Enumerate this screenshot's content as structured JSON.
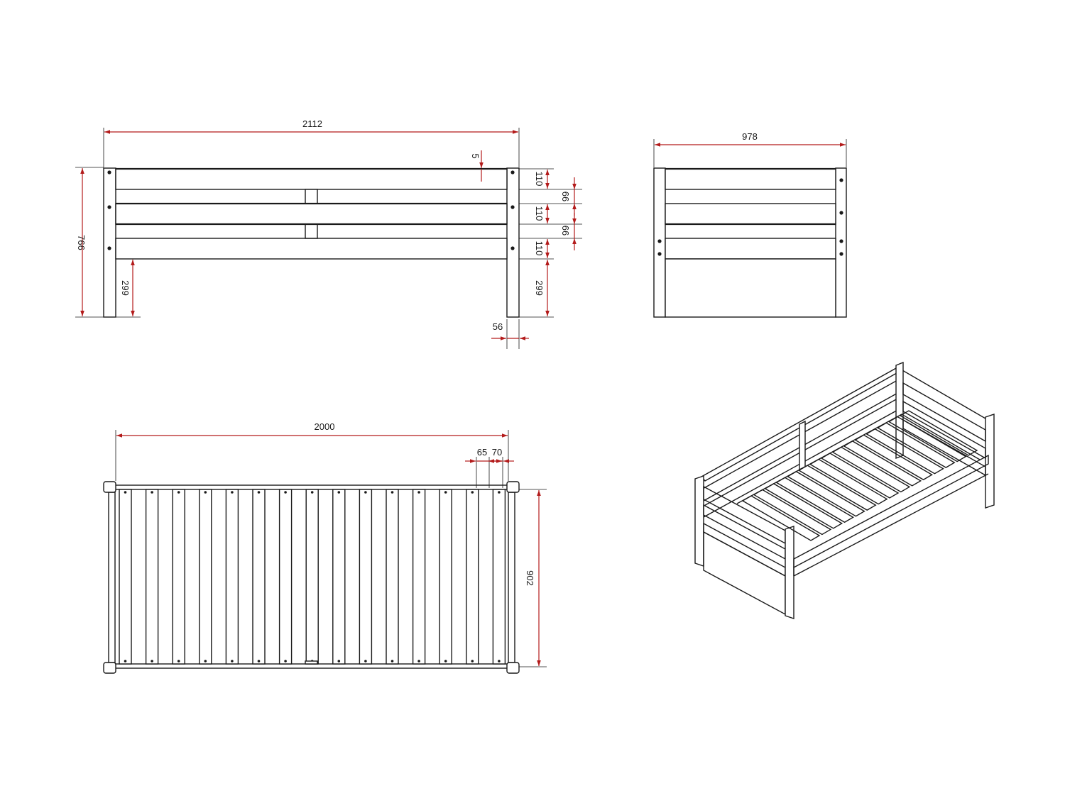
{
  "side_view": {
    "overall_length": "2112",
    "overall_height": "766",
    "top_gap": "5",
    "rail_top": "110",
    "gap_upper": "66",
    "rail_middle": "110",
    "gap_lower": "66",
    "rail_bottom": "110",
    "leg_clearance_left": "299",
    "leg_clearance_right": "299",
    "post_width": "56"
  },
  "end_view": {
    "overall_width": "978"
  },
  "top_view": {
    "inner_length": "2000",
    "slat_width": "65",
    "slat_spacing": "70",
    "inner_width": "902"
  },
  "colors": {
    "line": "#1a1a1a",
    "dimension": "#b31b1b"
  }
}
